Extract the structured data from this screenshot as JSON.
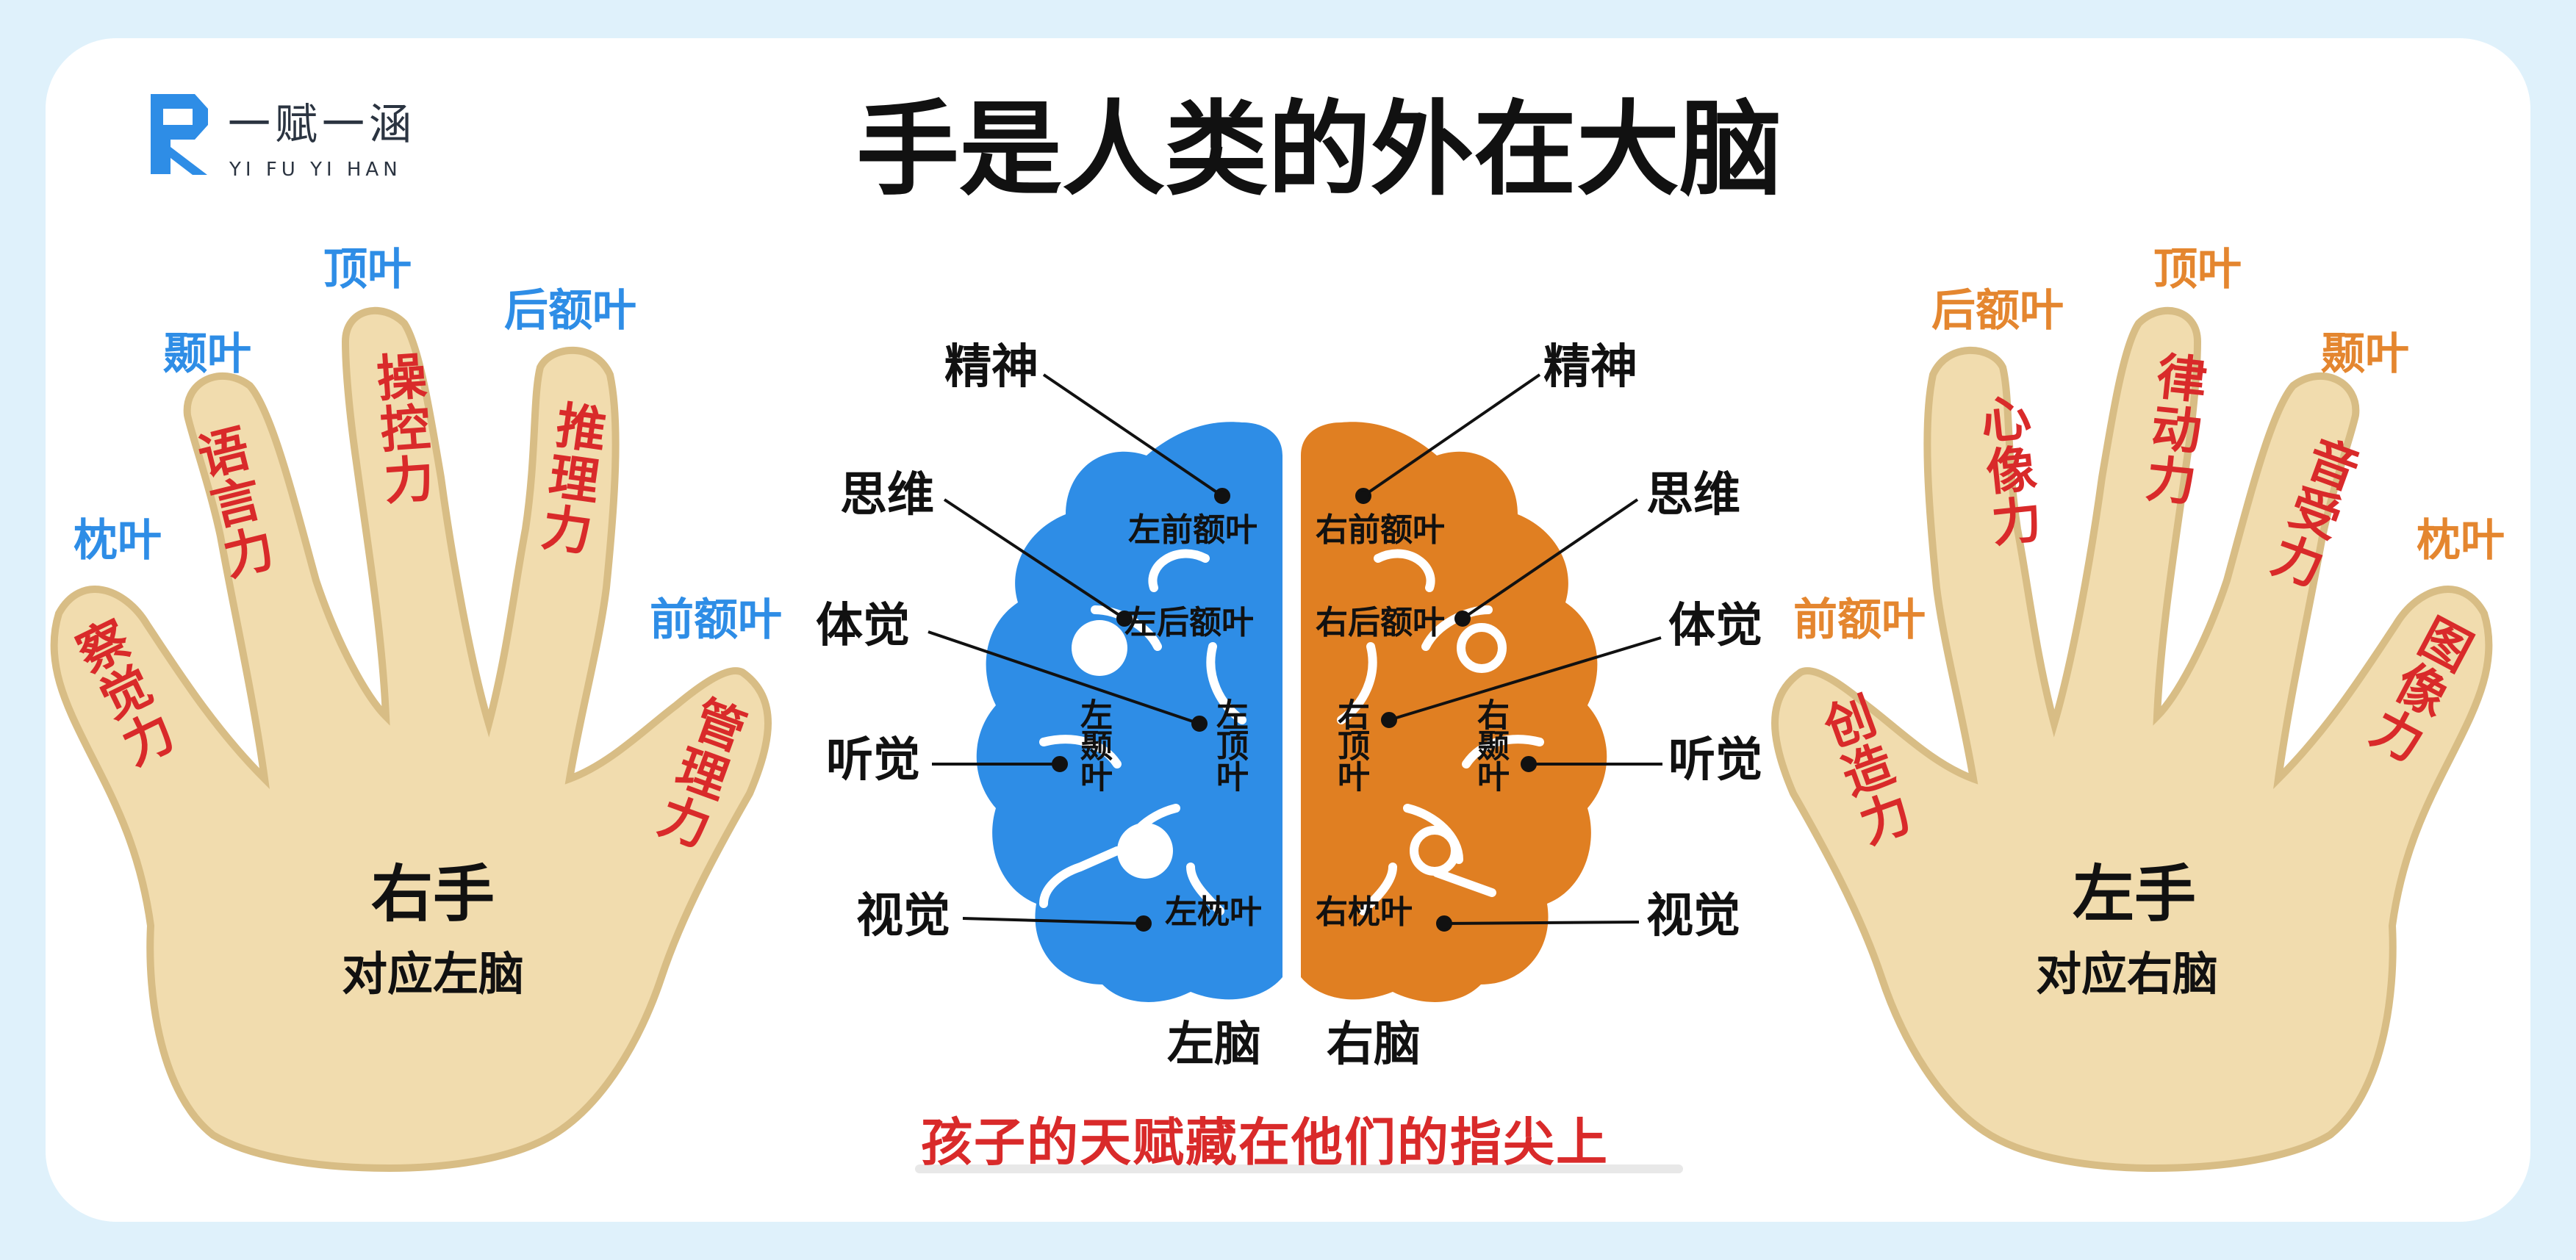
{
  "title": "手是人类的外在大脑",
  "logo": {
    "cn": "一赋一涵",
    "en": "YI FU YI HAN"
  },
  "right_hand": {
    "title": "右手",
    "subtitle": "对应左脑",
    "fingers": [
      {
        "lobe": "枕叶",
        "ability": "察觉力"
      },
      {
        "lobe": "颞叶",
        "ability": "语言力"
      },
      {
        "lobe": "顶叶",
        "ability": "操控力"
      },
      {
        "lobe": "后额叶",
        "ability": "推理力"
      },
      {
        "lobe": "前额叶",
        "ability": "管理力"
      }
    ]
  },
  "left_hand": {
    "title": "左手",
    "subtitle": "对应右脑",
    "fingers": [
      {
        "lobe": "前额叶",
        "ability": "创造力"
      },
      {
        "lobe": "后额叶",
        "ability": "心像力"
      },
      {
        "lobe": "顶叶",
        "ability": "律动力"
      },
      {
        "lobe": "颞叶",
        "ability": "音受力"
      },
      {
        "lobe": "枕叶",
        "ability": "图像力"
      }
    ]
  },
  "brain": {
    "left_label": "左脑",
    "right_label": "右脑",
    "left_lobes": [
      "左前额叶",
      "左后额叶",
      "左颞叶",
      "左顶叶",
      "左枕叶"
    ],
    "right_lobes": [
      "右前额叶",
      "右后额叶",
      "右顶叶",
      "右颞叶",
      "右枕叶"
    ],
    "left_functions": [
      "精神",
      "思维",
      "体觉",
      "听觉",
      "视觉"
    ],
    "right_functions": [
      "精神",
      "思维",
      "体觉",
      "听觉",
      "视觉"
    ]
  },
  "footer": "孩子的天赋藏在他们的指尖上",
  "colors": {
    "left_brain": "#2e8de6",
    "right_brain": "#e07f22",
    "hand_fill": "#f1dcae",
    "hand_stroke": "#d8bd85",
    "lobe_blue": "#2e8de6",
    "lobe_orange": "#e4862f",
    "ability_red": "#d92a2a"
  }
}
